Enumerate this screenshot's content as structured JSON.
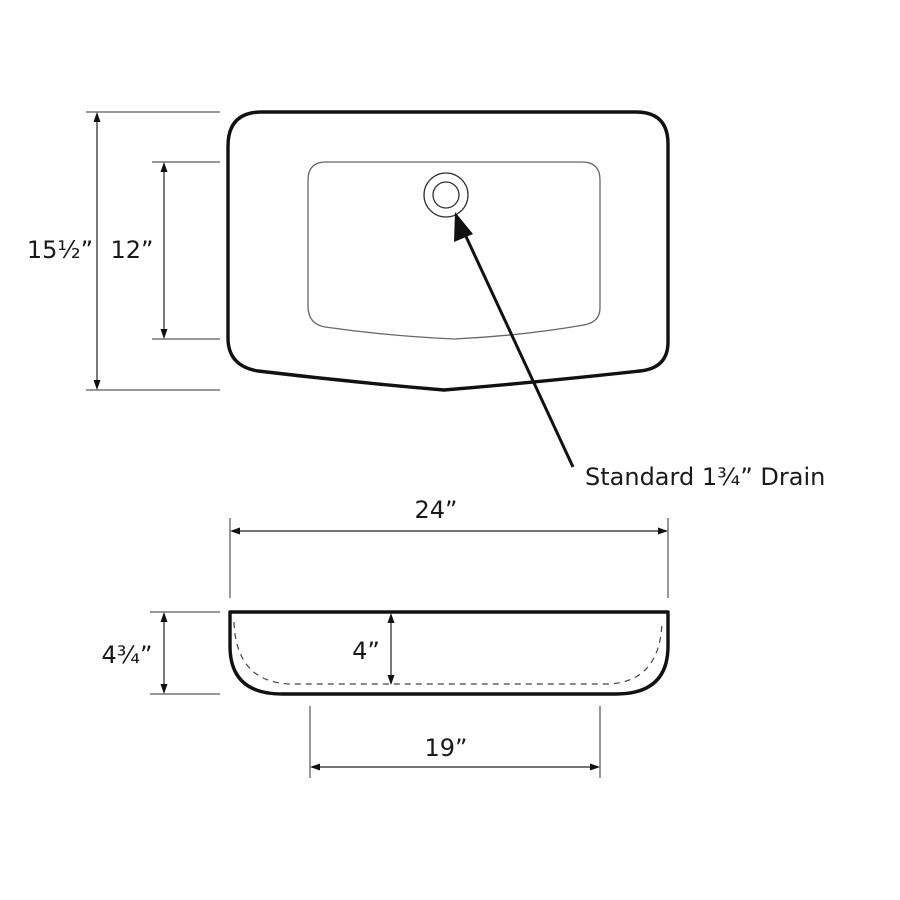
{
  "top_view": {
    "overall_depth_label": "15½”",
    "bowl_depth_label": "12”"
  },
  "callout": {
    "drain_label": "Standard 1¾” Drain"
  },
  "side_view": {
    "overall_width_label": "24”",
    "overall_height_label": "4¾”",
    "bowl_height_label": "4”",
    "bowl_width_label": "19”"
  },
  "colors": {
    "line": "#111111",
    "background": "#ffffff"
  }
}
